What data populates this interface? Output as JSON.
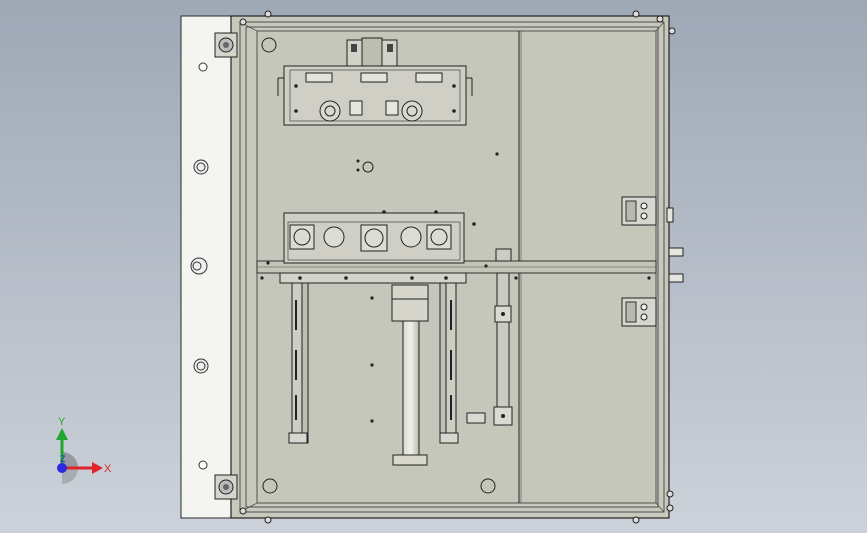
{
  "viewport": {
    "background_top": "#9ea8b6",
    "background_bottom": "#cdd2da",
    "model_face_color": "#c9cabd",
    "model_edge_color": "#2a2a2a"
  },
  "triad": {
    "x_label": "X",
    "y_label": "Y",
    "z_label": "Z",
    "x_color": "#e0242a",
    "y_color": "#1fa82f",
    "z_color": "#2a2ae0"
  }
}
